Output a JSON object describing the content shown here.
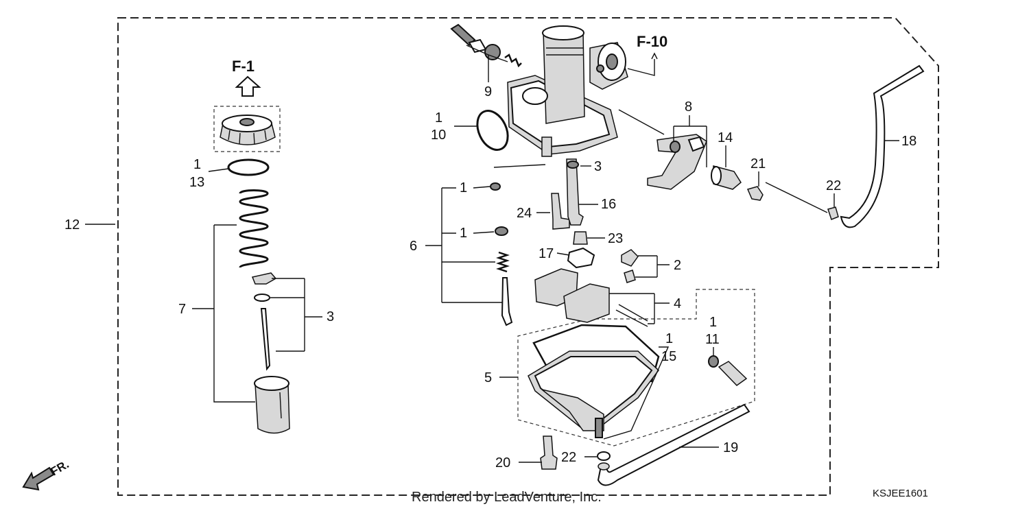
{
  "diagram": {
    "frame_refs": {
      "f1": "F-1",
      "f10": "F-10",
      "front": "FR."
    },
    "labels": {
      "l1_a": "1",
      "l1_b": "1",
      "l1_c": "1",
      "l1_d": "1",
      "l1_e": "1",
      "l1_f": "1",
      "l2": "2",
      "l3_a": "3",
      "l3_b": "3",
      "l4": "4",
      "l5": "5",
      "l6": "6",
      "l7": "7",
      "l8": "8",
      "l9": "9",
      "l10": "10",
      "l11": "11",
      "l12": "12",
      "l13": "13",
      "l14": "14",
      "l15": "15",
      "l16": "16",
      "l17": "17",
      "l18": "18",
      "l19": "19",
      "l20": "20",
      "l21": "21",
      "l22_a": "22",
      "l22_b": "22",
      "l23": "23",
      "l24": "24"
    },
    "diagram_code": "KSJEE1601",
    "credit": "Rendered by LeadVenture, Inc."
  }
}
